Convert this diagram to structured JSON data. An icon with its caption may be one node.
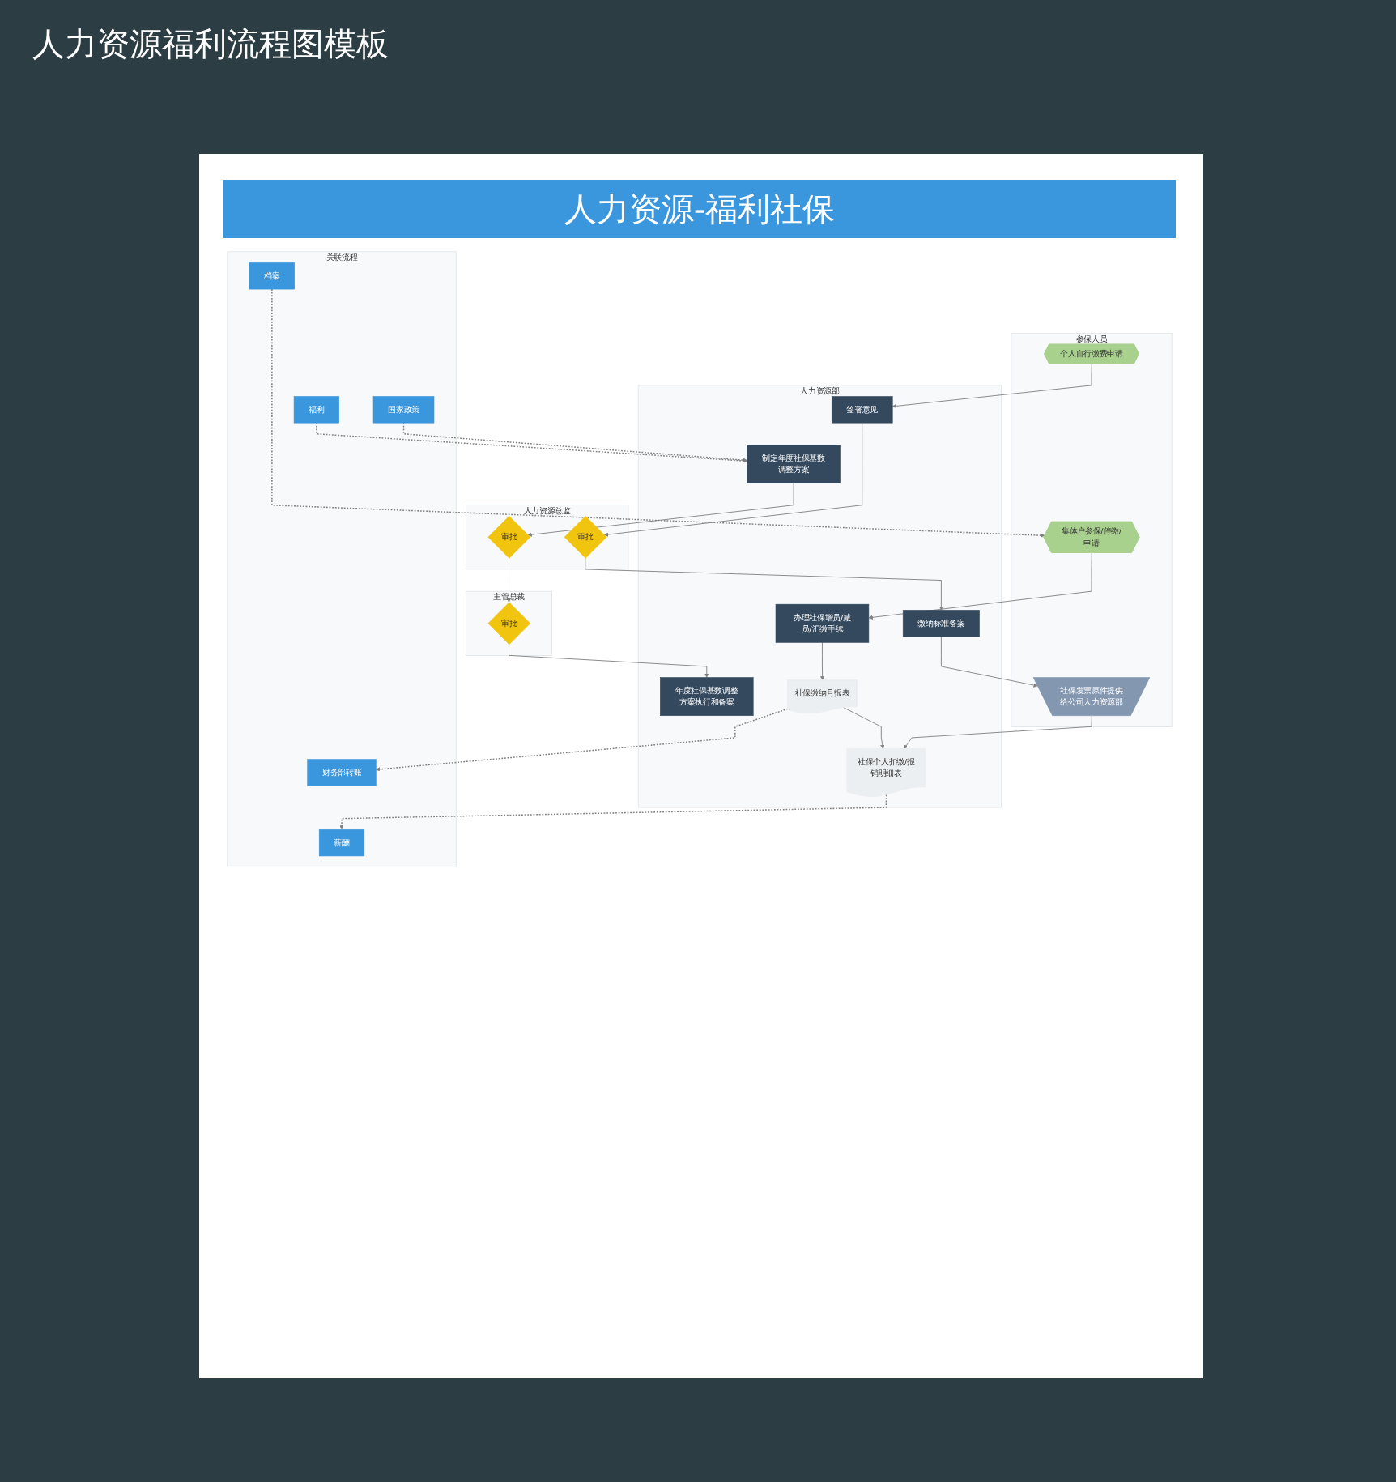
{
  "diagram": {
    "title": "人力资源-福利社保",
    "nodes": [
      {
        "text": [
          "参保人员"
        ]
      },
      {
        "text": [
          "人力资源部"
        ]
      },
      {
        "text": [
          "人力资源总监"
        ]
      },
      {
        "text": [
          "主管总裁"
        ]
      },
      {
        "text": [
          "关联流程"
        ]
      },
      {
        "text": [
          "福利"
        ],
        "in": 4
      },
      {
        "text": [
          "制定年度社保基数调整方案"
        ],
        "in": 1
      },
      {
        "text": [
          "国家政策"
        ],
        "in": 4
      },
      {
        "text": [
          "审批"
        ],
        "in": 2
      },
      {
        "text": [
          "审批"
        ],
        "in": 3
      },
      {
        "text": [
          "年度社保基数调整方案执行和备案"
        ],
        "in": 1
      },
      {
        "text": [
          "个人自行缴费申请"
        ],
        "in": 0
      },
      {
        "text": [
          "签署意见"
        ],
        "in": 1
      },
      {
        "text": [
          "审批"
        ],
        "in": 2
      },
      {
        "text": [
          "缴纳标准备案"
        ],
        "in": 1
      },
      {
        "text": [
          "集体户参保/停缴/申请"
        ],
        "in": 0
      },
      {
        "text": [
          "档案"
        ],
        "in": 4
      },
      {
        "text": [
          "办理社保增员/减员/汇缴手续"
        ],
        "in": 1
      },
      {
        "text": [
          "社保缴纳月报表"
        ],
        "in": 1
      },
      {
        "text": [
          "财务部转账"
        ],
        "in": 4
      },
      {
        "text": [
          "社保发票原件提供给公司人力资源部"
        ],
        "in": 0
      },
      {
        "text": [
          "社保个人扣缴/报销明细表"
        ],
        "in": 1
      },
      {
        "text": [
          "薪酬"
        ],
        "in": 4
      }
    ],
    "edges": [
      {
        "from": 5,
        "to": 6,
        "arrow": "to",
        "style": "dashed"
      },
      {
        "from": 7,
        "to": 6,
        "arrow": "to",
        "style": "dashed"
      },
      {
        "from": 6,
        "to": 8,
        "arrow": "to"
      },
      {
        "from": 8,
        "to": 9,
        "arrow": "to"
      },
      {
        "from": 9,
        "to": 10,
        "arrow": "to"
      },
      {
        "from": 11,
        "to": 12,
        "arrow": "to"
      },
      {
        "from": 12,
        "to": 13,
        "arrow": "to"
      },
      {
        "from": 13,
        "to": 14,
        "arrow": "to"
      },
      {
        "from": 14,
        "to": 20,
        "arrow": "to"
      },
      {
        "from": 16,
        "to": 15,
        "arrow": "to",
        "style": "dashed"
      },
      {
        "from": 15,
        "to": 17,
        "arrow": "to"
      },
      {
        "from": 17,
        "to": 18,
        "arrow": "to"
      },
      {
        "from": 18,
        "to": 19,
        "arrow": "to",
        "style": "dashed"
      },
      {
        "from": 18,
        "to": 21,
        "arrow": "to"
      },
      {
        "from": 20,
        "to": 21,
        "arrow": "to"
      },
      {
        "from": 21,
        "to": 22,
        "arrow": "to",
        "style": "dashed"
      }
    ],
    "labels": [
      "人力资源福利流程图模板"
    ]
  }
}
